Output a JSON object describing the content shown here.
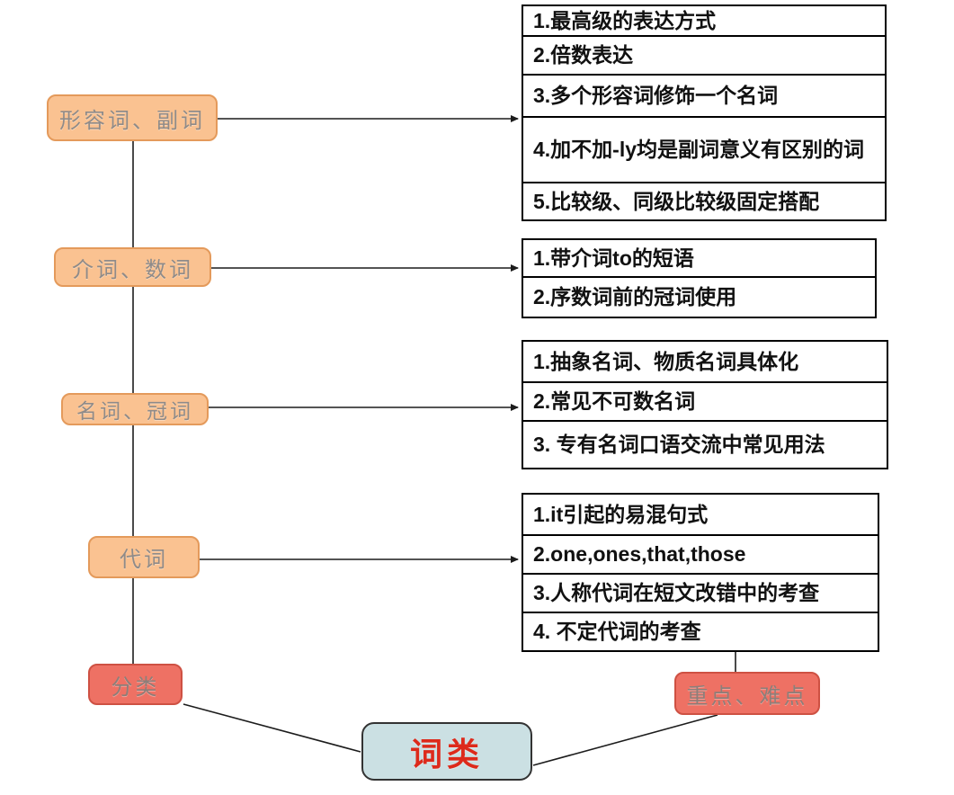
{
  "nodes": {
    "root": "词类",
    "classification": "分类",
    "focus": "重点、难点",
    "categories": [
      {
        "label": "形容词、副词"
      },
      {
        "label": "介词、数词"
      },
      {
        "label": "名词、冠词"
      },
      {
        "label": "代词"
      }
    ]
  },
  "stacks": [
    {
      "items": [
        "1.最高级的表达方式",
        "2.倍数表达",
        "3.多个形容词修饰一个名词",
        "4.加不加-ly均是副词意义有区别的词",
        "5.比较级、同级比较级固定搭配"
      ]
    },
    {
      "items": [
        "1.带介词to的短语",
        "2.序数词前的冠词使用"
      ]
    },
    {
      "items": [
        "1.抽象名词、物质名词具体化",
        "2.常见不可数名词",
        "3. 专有名词口语交流中常见用法"
      ]
    },
    {
      "items": [
        "1.it引起的易混句式",
        "2.one,ones,that,those",
        "3.人称代词在短文改错中的考查",
        "4. 不定代词的考查"
      ]
    }
  ],
  "colors": {
    "node-orange-fill": "#FAC291",
    "node-orange-border": "#E49A5B",
    "node-salmon-fill": "#EE7164",
    "node-salmon-border": "#CE5143",
    "node-label-gray": "#8F8B89",
    "root-fill": "#CBE0E3",
    "root-border": "#333333",
    "root-text-red": "#DD2A1B",
    "stack-border": "#000000",
    "stack-text": "#111111",
    "line-color": "#1C1C1C"
  }
}
